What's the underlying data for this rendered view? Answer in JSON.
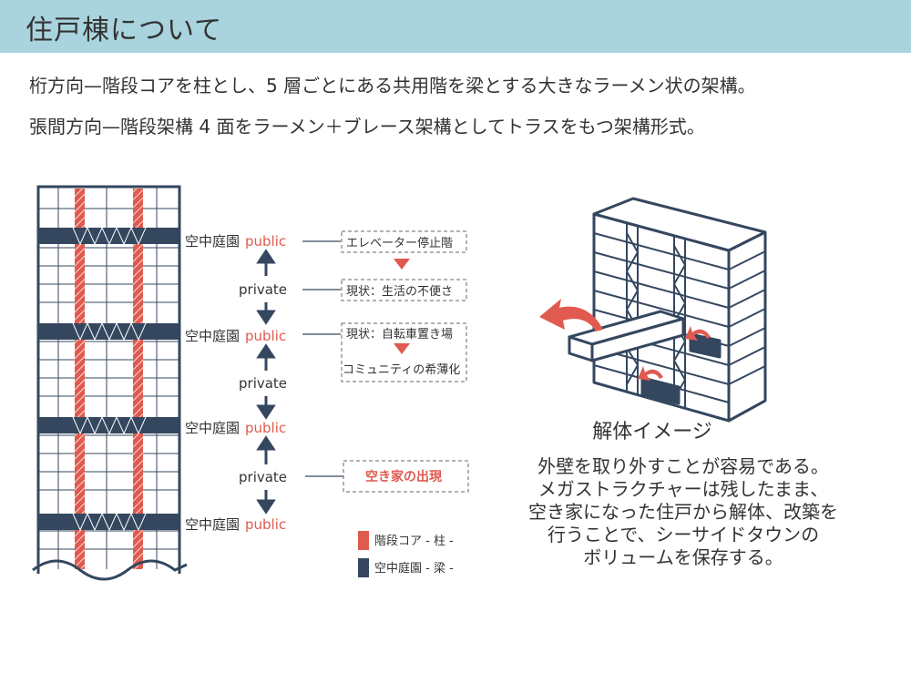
{
  "header": {
    "title": "住戸棟について"
  },
  "description": {
    "line1": "桁方向—階段コアを柱とし、5 層ごとにある共用階を梁とする大きなラーメン状の架構。",
    "line2": "張間方向—階段架構 4 面をラーメン＋ブレース架構としてトラスをもつ架構形式。"
  },
  "section_diagram": {
    "floors": [
      {
        "label": "空中庭園",
        "tag": "public"
      },
      {
        "label": "private"
      },
      {
        "label": "空中庭園",
        "tag": "public"
      },
      {
        "label": "private"
      },
      {
        "label": "空中庭園",
        "tag": "public"
      },
      {
        "label": "private"
      },
      {
        "label": "空中庭園",
        "tag": "public"
      }
    ],
    "notes": [
      "エレベーター停止階",
      "現状：生活の不便さ",
      "現状：自転車置き場",
      "コミュニティの希薄化",
      "空き家の出現"
    ],
    "legend": [
      {
        "label": "階段コア - 柱 -",
        "color": "#e05a4f"
      },
      {
        "label": "空中庭園 - 梁 -",
        "color": "#34475f"
      }
    ]
  },
  "demolition": {
    "title": "解体イメージ",
    "lines": [
      "外壁を取り外すことが容易である。",
      "メガストラクチャーは残したまま、",
      "空き家になった住戸から解体、改築を",
      "行うことで、シーサイドタウンの",
      "ボリュームを保存する。"
    ]
  },
  "colors": {
    "header_bg": "#a9d4dd",
    "core_red": "#e05a4f",
    "beam_navy": "#34475f",
    "text": "#333333"
  }
}
